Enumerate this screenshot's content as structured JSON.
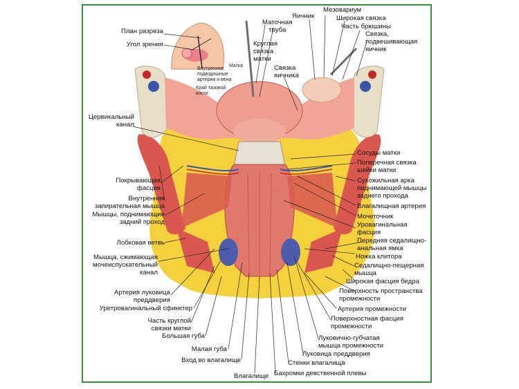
{
  "colors": {
    "frame": "#2f8f3a",
    "muscle": "#d9574f",
    "fat": "#f4d13d",
    "mucosa": "#e88f86",
    "vessel_blue": "#3b56a8",
    "vessel_red": "#c62828"
  },
  "labels": {
    "plan_razreza": "План разреза",
    "ugol_zreniya": "Угол зрения",
    "vnutrennie_arterii": "Внутренние\nподвздошные\nартерия и вена",
    "krai_kosti": "Край тазовой\nкости",
    "matka": "Матка",
    "yaichnik": "Яичник",
    "matochnaya_truba": "Маточная\nтруба",
    "kruglaya_svyazka": "Круглая\nсвязка\nматки",
    "mezovarium": "Мезовариум",
    "shirokaya_svyazka": "Широкая связка",
    "chast_bryushiny": "Часть брюшины",
    "svyazka_podveshivayushchaya": "Связка,\nподвешивающая\nяичник",
    "svyazka_yaichnika": "Связка\nяичника",
    "cervikalny_kanal": "Цервикальный\nканал",
    "sosudy_matki": "Сосуды матки",
    "poperechnaya_svyazka": "Поперечная связка\nшейки матки",
    "pokryvayushchaya_fasciya": "Покрывающая\nфасция",
    "sukhozhilnaya_arka": "Сухожильная арка\nподнимающей мышцы\nзаднего прохода",
    "vnutrennyaya_zapiratelnaya": "Внутренняя\nзапирательная мышца",
    "vlagalishchnaya_arteriya": "Влагалищная артерия",
    "myshcy_podnimayushchie": "Мышцы, поднимающие\nзадний проход",
    "mochetochnik": "Мочеточник",
    "urovaginalnaya_fasciya": "Уровагинальная\nфасция",
    "lobkovaya_vetv": "Лобковая ветвь",
    "perednyaya_sedalishchno": "Передняя седалищно-\nанальная ямка",
    "myshca_szhimayushchaya": "Мышца, сжимающая\nмочеиспускательный\nканал",
    "nozhka_klitora": "Ножка клитора",
    "sedalishchno_peshcheristaya": "Седалищно-пещерная\nмышца",
    "shirokaya_fasciya_bedra": "Широкая фасция бедра",
    "arteriya_lukovicy": "Артерия луковица\nпреддверия",
    "poverkhnost_prostranstva": "Поверхность пространства\nпромежности",
    "uretrovaginalny_sfinkter": "Уретровагинальный сфинктер",
    "arteriya_promezhnosti": "Артерия промежности",
    "poverkhnostnaya_fasciya": "Поверхностная фасция\nпромежности",
    "chast_krugloy_svyazki": "Часть круглой\nсвязки матки",
    "lukovichno_gubchataya": "Луковично-губчатая\nмышца промежности",
    "bolshaya_guba": "Большая губа",
    "lukovica_preddveriya": "Луковица преддверия",
    "malaya_guba": "Малая губа",
    "stenki_vlagalishcha": "Стенки влагалища",
    "vkhod_vo_vlagalishche": "Вход во влагалище",
    "bakhromki": "Бахромки девственной плевы",
    "vlagalishche": "Влагалище"
  }
}
